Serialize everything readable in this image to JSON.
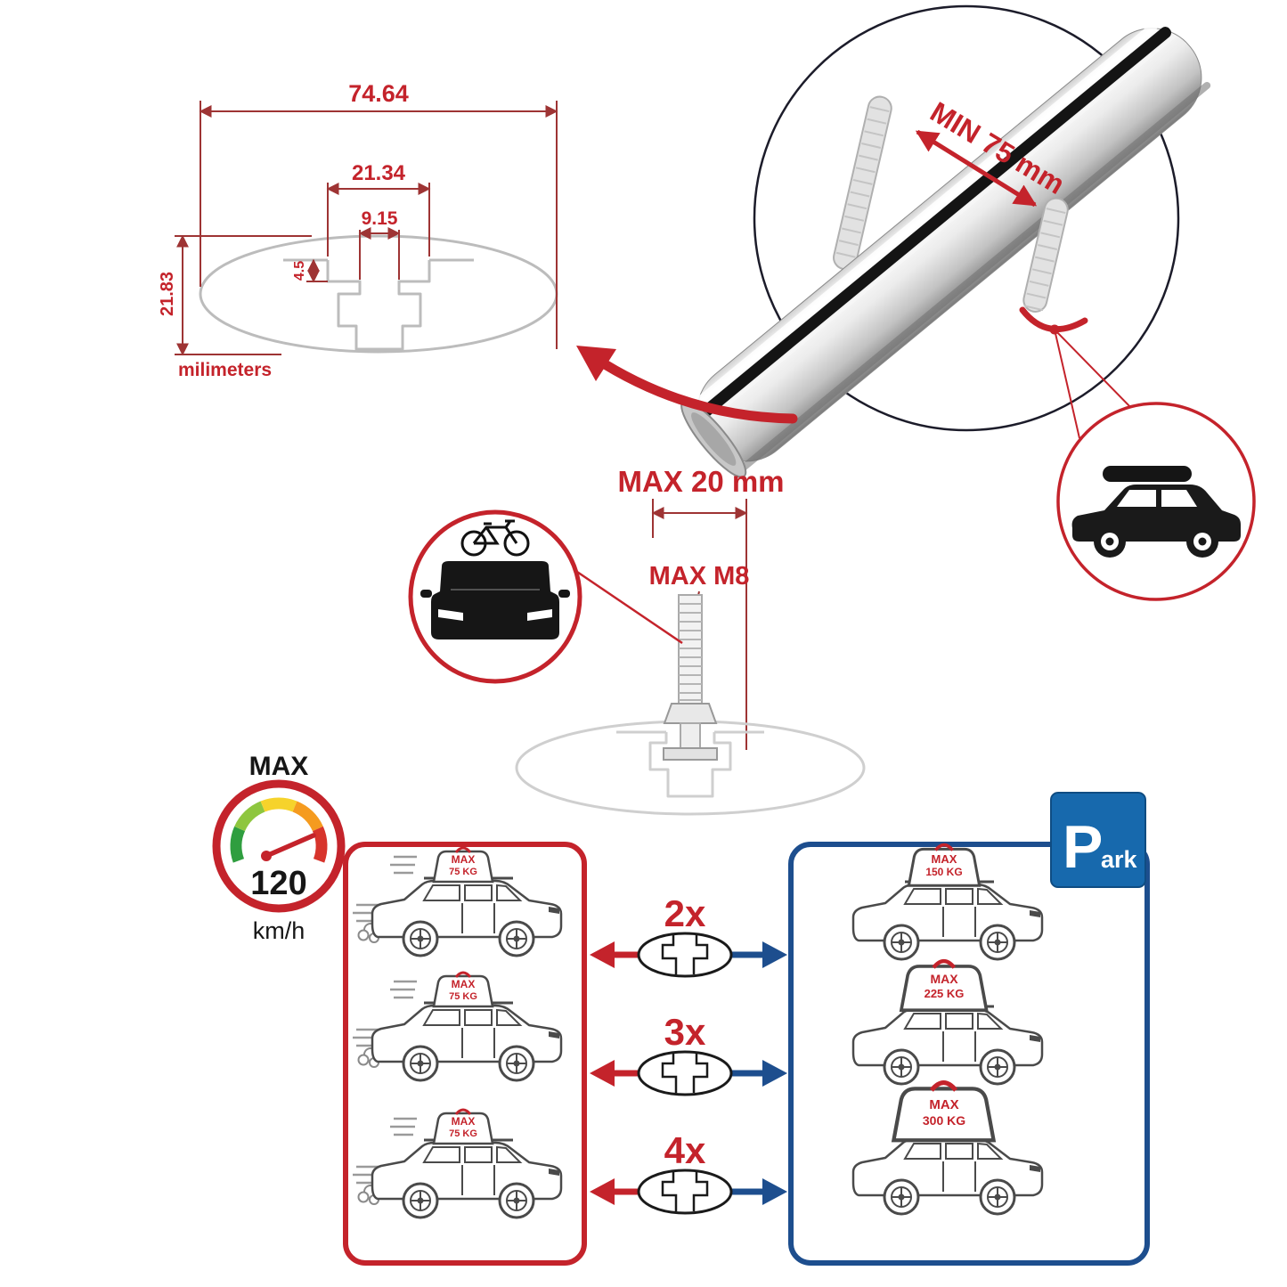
{
  "colors": {
    "accent_red": "#c4232b",
    "accent_blue": "#1d4e8e",
    "park_blue": "#1769ad",
    "drawing_gray": "#bcbcbc"
  },
  "profile_dimensions": {
    "total_width": "74.64",
    "channel_width": "21.34",
    "slot_width": "9.15",
    "step_depth": "4.5",
    "total_height": "21.83",
    "units_label": "milimeters"
  },
  "clamp_detail": {
    "min_spacing_label": "MIN 75 mm"
  },
  "bolt_detail": {
    "max_length_label": "MAX 20 mm",
    "max_thread_label": "MAX M8"
  },
  "speed_limit": {
    "label": "MAX",
    "value": "120",
    "unit": "km/h"
  },
  "capacity": {
    "multipliers": [
      "2x",
      "3x",
      "4x"
    ],
    "left_cars": [
      {
        "tag": "MAX",
        "load": "75 KG"
      },
      {
        "tag": "MAX",
        "load": "75 KG"
      },
      {
        "tag": "MAX",
        "load": "75 KG"
      }
    ],
    "right_cars": [
      {
        "tag": "MAX",
        "load": "150 KG"
      },
      {
        "tag": "MAX",
        "load": "225 KG"
      },
      {
        "tag": "MAX",
        "load": "300 KG"
      }
    ]
  },
  "park_sign": {
    "letter": "P",
    "suffix": "ark"
  }
}
